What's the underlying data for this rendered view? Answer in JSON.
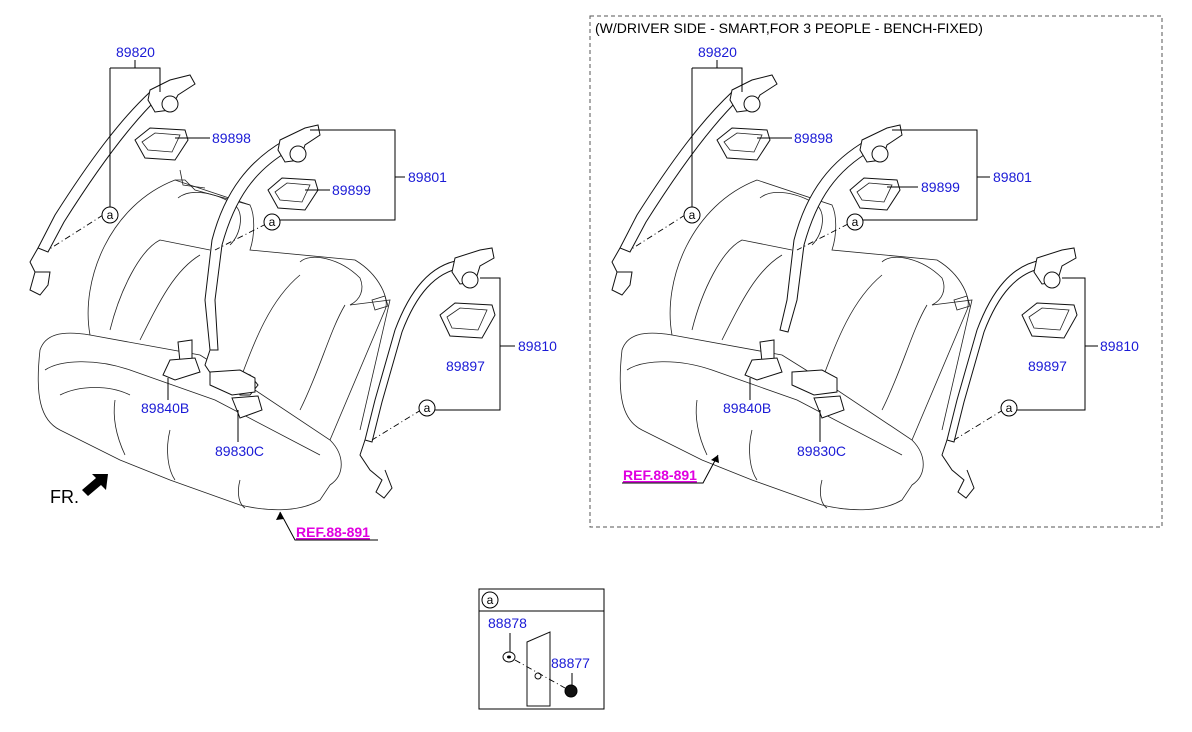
{
  "left": {
    "labels": {
      "p89820": "89820",
      "p89898": "89898",
      "p89899": "89899",
      "p89801": "89801",
      "p89810": "89810",
      "p89897": "89897",
      "p89840b": "89840B",
      "p89830c": "89830C"
    },
    "ref": "REF.88-891",
    "fr": "FR.",
    "callout": "a"
  },
  "right": {
    "title": "(W/DRIVER SIDE - SMART,FOR 3 PEOPLE - BENCH-FIXED)",
    "labels": {
      "p89820": "89820",
      "p89898": "89898",
      "p89899": "89899",
      "p89801": "89801",
      "p89810": "89810",
      "p89897": "89897",
      "p89840b": "89840B",
      "p89830c": "89830C"
    },
    "ref": "REF.88-891",
    "callout": "a"
  },
  "detail": {
    "header": "a",
    "p88878": "88878",
    "p88877": "88877"
  }
}
